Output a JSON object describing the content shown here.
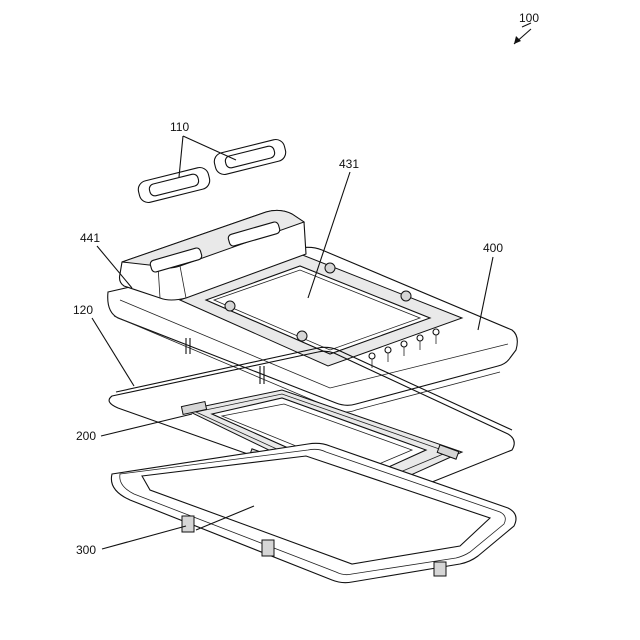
{
  "labels": {
    "assembly": "100",
    "part_110": "110",
    "part_431": "431",
    "part_441": "441",
    "part_400": "400",
    "part_120": "120",
    "part_200": "200",
    "part_300": "300"
  }
}
